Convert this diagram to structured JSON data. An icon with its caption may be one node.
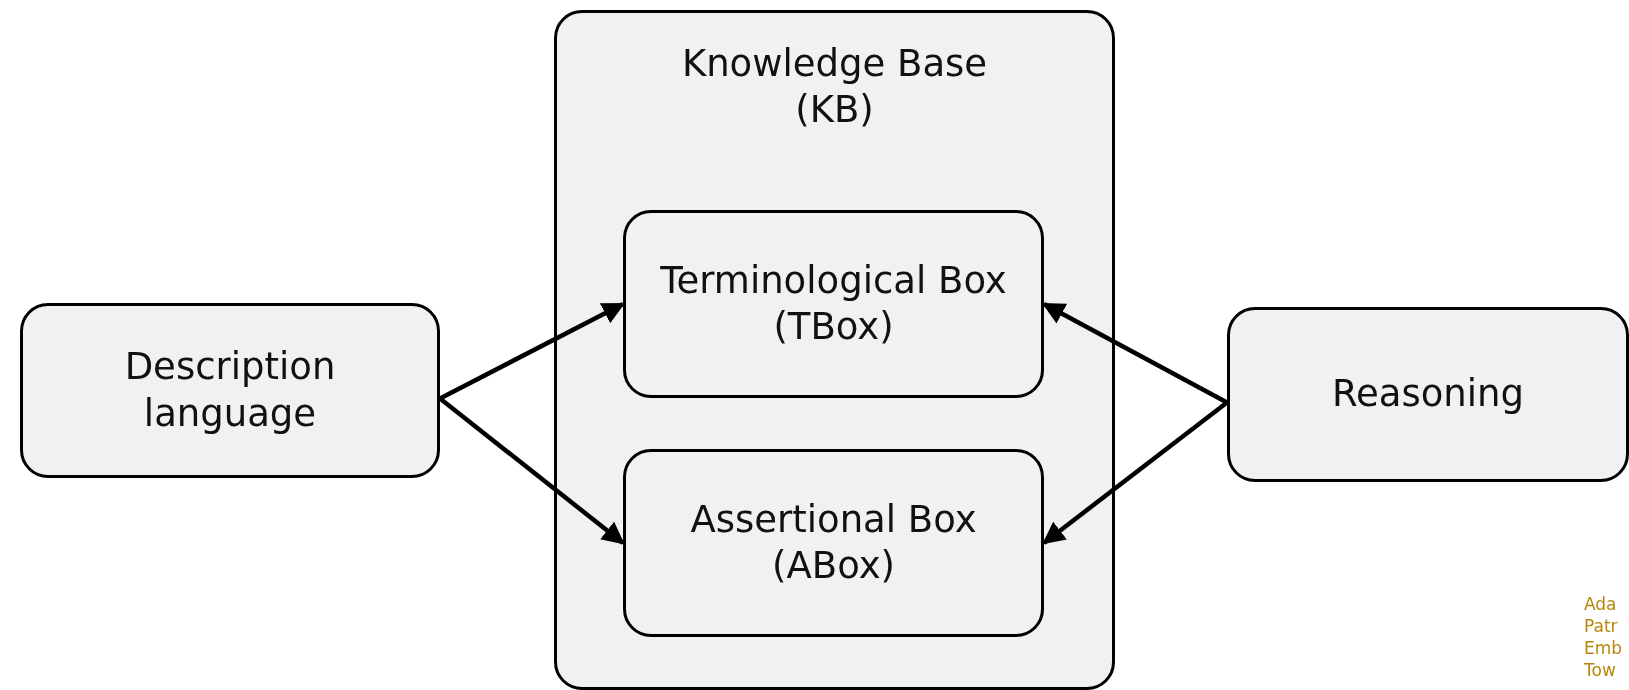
{
  "diagram": {
    "nodes": [
      {
        "text": [
          "Knowledge Base (KB)"
        ]
      },
      {
        "text": [
          "Terminological Box (TBox)"
        ],
        "in": 0
      },
      {
        "text": [
          "Assertional Box (ABox)"
        ],
        "in": 0
      },
      {
        "text": [
          "Description language"
        ]
      },
      {
        "text": [
          "Reasoning"
        ]
      }
    ],
    "edges": [
      {
        "from": 3,
        "to": 1,
        "arrow": "to"
      },
      {
        "from": 3,
        "to": 2,
        "arrow": "to"
      },
      {
        "from": 4,
        "to": 1,
        "arrow": "to"
      },
      {
        "from": 4,
        "to": 2,
        "arrow": "to"
      }
    ],
    "labels": [
      "Ada",
      "Patr",
      "Emb",
      "Tow"
    ]
  }
}
